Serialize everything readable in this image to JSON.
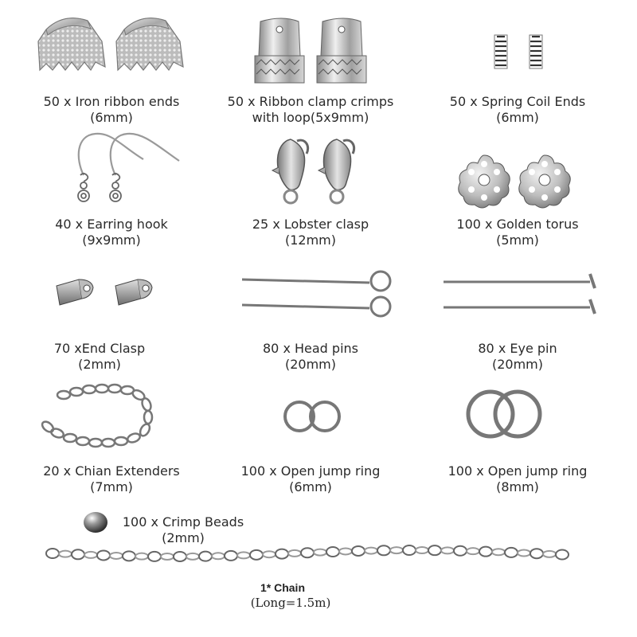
{
  "items": [
    {
      "qty_name": "50 x Iron ribbon ends",
      "size": "(6mm)",
      "icon": "ribbon-end-icon"
    },
    {
      "qty_name": "50 x Ribbon clamp crimps",
      "qty_name_2": "with loop(5x9mm)",
      "icon": "ribbon-clamp-icon"
    },
    {
      "qty_name": "50 x Spring Coil Ends",
      "size": "(6mm)",
      "icon": "spring-coil-icon"
    },
    {
      "qty_name": "40 x Earring hook",
      "size": "(9x9mm)",
      "icon": "earring-hook-icon"
    },
    {
      "qty_name": "25 x Lobster clasp",
      "size": "(12mm)",
      "icon": "lobster-clasp-icon"
    },
    {
      "qty_name": "100 x Golden torus",
      "size": "(5mm)",
      "icon": "bead-cap-icon"
    },
    {
      "qty_name": "70 xEnd Clasp",
      "size": "(2mm)",
      "icon": "end-clasp-icon"
    },
    {
      "qty_name": "80 x Head pins",
      "size": "(20mm)",
      "icon": "eye-pin-icon"
    },
    {
      "qty_name": "80 x Eye pin",
      "size": "(20mm)",
      "icon": "head-pin-icon"
    },
    {
      "qty_name": "20 x Chian Extenders",
      "size": "(7mm)",
      "icon": "chain-extender-icon"
    },
    {
      "qty_name": "100 x Open jump ring",
      "size": "(6mm)",
      "icon": "jump-ring-icon"
    },
    {
      "qty_name": "100 x Open jump ring",
      "size": "(8mm)",
      "icon": "jump-ring-large-icon"
    },
    {
      "qty_name": "100 x Crimp Beads",
      "size": "(2mm)",
      "icon": "crimp-bead-icon"
    }
  ],
  "chain": {
    "title": "1* Chain",
    "length": "(Long=1.5m)",
    "icon": "chain-icon"
  },
  "colors": {
    "metal": "#b9b9b9",
    "metal_dark": "#6e6e6e",
    "text": "#2a2a2a",
    "background": "#ffffff"
  }
}
